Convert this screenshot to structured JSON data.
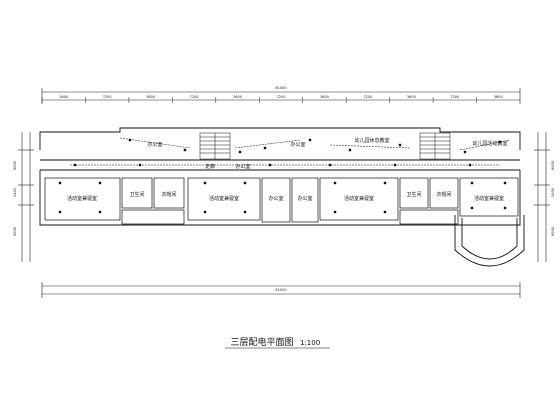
{
  "drawing": {
    "title": "三层配电平面图",
    "scale": "1:100",
    "overall_dimension_top": "81000",
    "overall_dimension_bottom": "81000"
  },
  "rooms": [
    {
      "id": "classroom-1",
      "label": "活动室兼寝室"
    },
    {
      "id": "toilet-1",
      "label": "卫生间"
    },
    {
      "id": "storage-1",
      "label": "衣帽间"
    },
    {
      "id": "classroom-2",
      "label": "活动室兼寝室"
    },
    {
      "id": "office-1",
      "label": "办公室"
    },
    {
      "id": "office-2",
      "label": "办公室"
    },
    {
      "id": "classroom-3",
      "label": "活动室兼寝室"
    },
    {
      "id": "toilet-2",
      "label": "卫生间"
    },
    {
      "id": "storage-2",
      "label": "衣帽间"
    },
    {
      "id": "classroom-4",
      "label": "活动室兼寝室"
    },
    {
      "id": "office-north-1",
      "label": "办公室"
    },
    {
      "id": "office-north-2",
      "label": "办公室"
    },
    {
      "id": "office-north-3",
      "label": "办公室"
    },
    {
      "id": "room-north-a",
      "label": "幼儿园休息教室"
    },
    {
      "id": "room-north-b",
      "label": "幼儿园活动教室"
    },
    {
      "id": "corridor",
      "label": "走廊"
    }
  ],
  "dimension_labels": {
    "top_segments": [
      "3600",
      "7200",
      "3600",
      "7200",
      "3600",
      "7200",
      "3600",
      "7200",
      "3600",
      "7200",
      "3600"
    ],
    "side_left": [
      "6000",
      "2400",
      "6000"
    ],
    "side_right": [
      "6000",
      "2400",
      "6000"
    ]
  }
}
